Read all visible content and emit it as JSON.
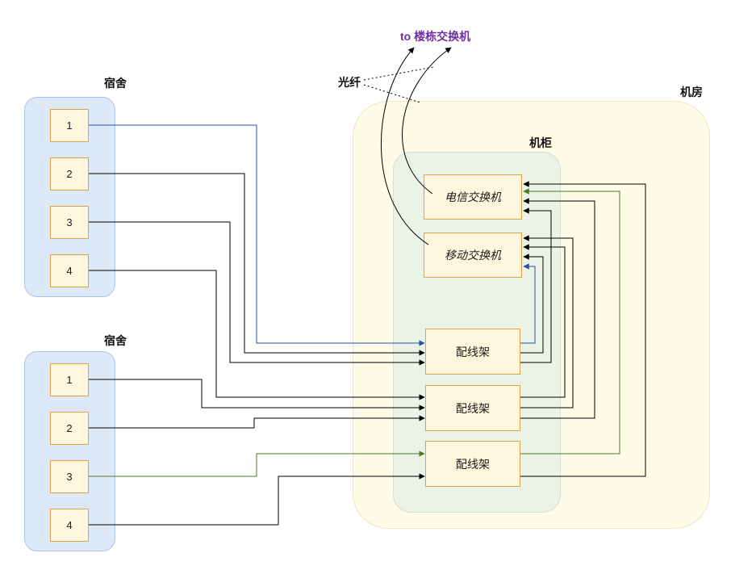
{
  "diagram": {
    "top_label": "to 楼栋交换机",
    "fiber_label": "光纤",
    "machine_room_label": "机房",
    "cabinet_label": "机柜",
    "telecom_switch_label": "电信交换机",
    "mobile_switch_label": "移动交换机",
    "patch_panels": [
      "配线架",
      "配线架",
      "配线架"
    ],
    "dorm1": {
      "label": "宿舍",
      "rooms": [
        "1",
        "2",
        "3",
        "4"
      ]
    },
    "dorm2": {
      "label": "宿舍",
      "rooms": [
        "1",
        "2",
        "3",
        "4"
      ]
    },
    "colors": {
      "purple": "#7030a0",
      "blue": "#2b4fa3",
      "green": "#4e7a27",
      "black": "#000000"
    },
    "connections": [
      {
        "from": "dorm1-room1",
        "to": "patch-panel-1",
        "color": "blue"
      },
      {
        "from": "dorm1-room2",
        "to": "patch-panel-1",
        "color": "black"
      },
      {
        "from": "dorm1-room3",
        "to": "patch-panel-1",
        "color": "black"
      },
      {
        "from": "dorm1-room4",
        "to": "patch-panel-2",
        "color": "black"
      },
      {
        "from": "dorm2-room1",
        "to": "patch-panel-2",
        "color": "black"
      },
      {
        "from": "dorm2-room2",
        "to": "patch-panel-2",
        "color": "black"
      },
      {
        "from": "dorm2-room3",
        "to": "patch-panel-3",
        "color": "green"
      },
      {
        "from": "dorm2-room4",
        "to": "patch-panel-3",
        "color": "black"
      },
      {
        "from": "patch-panel-1",
        "to": "mobile-switch",
        "color": "blue"
      },
      {
        "from": "patch-panel-1",
        "to": "mobile-switch",
        "color": "black"
      },
      {
        "from": "patch-panel-1",
        "to": "telecom-switch",
        "color": "black"
      },
      {
        "from": "patch-panel-2",
        "to": "mobile-switch",
        "color": "black"
      },
      {
        "from": "patch-panel-2",
        "to": "mobile-switch",
        "color": "black"
      },
      {
        "from": "patch-panel-2",
        "to": "telecom-switch",
        "color": "black"
      },
      {
        "from": "patch-panel-3",
        "to": "telecom-switch",
        "color": "green"
      },
      {
        "from": "patch-panel-3",
        "to": "telecom-switch",
        "color": "black"
      },
      {
        "from": "telecom-switch",
        "to": "building-switch",
        "color": "black",
        "type": "fiber"
      },
      {
        "from": "mobile-switch",
        "to": "building-switch",
        "color": "black",
        "type": "fiber"
      }
    ]
  }
}
